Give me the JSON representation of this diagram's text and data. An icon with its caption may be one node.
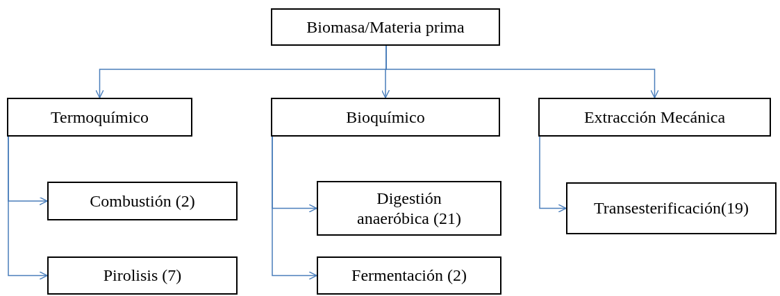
{
  "diagram": {
    "nodes": [
      {
        "text": [
          "Biomasa/Materia prima"
        ]
      },
      {
        "text": [
          "Termoquímico"
        ]
      },
      {
        "text": [
          "Bioquímico"
        ]
      },
      {
        "text": [
          "Extracción Mecánica"
        ]
      },
      {
        "text": [
          "Combustión (2)"
        ]
      },
      {
        "text": [
          "Pirolisis (7)"
        ]
      },
      {
        "text": [
          "Digestión anaeróbica (21)"
        ]
      },
      {
        "text": [
          "Fermentación (2)"
        ]
      },
      {
        "text": [
          "Transesterificación(19)"
        ]
      }
    ],
    "edges": [
      {
        "from": 0,
        "to": 1,
        "arrow": "to"
      },
      {
        "from": 0,
        "to": 2,
        "arrow": "to"
      },
      {
        "from": 0,
        "to": 3,
        "arrow": "to"
      },
      {
        "from": 1,
        "to": 4,
        "arrow": "to"
      },
      {
        "from": 1,
        "to": 5,
        "arrow": "to"
      },
      {
        "from": 2,
        "to": 6,
        "arrow": "to"
      },
      {
        "from": 2,
        "to": 7,
        "arrow": "to"
      },
      {
        "from": 3,
        "to": 8,
        "arrow": "to"
      }
    ]
  }
}
